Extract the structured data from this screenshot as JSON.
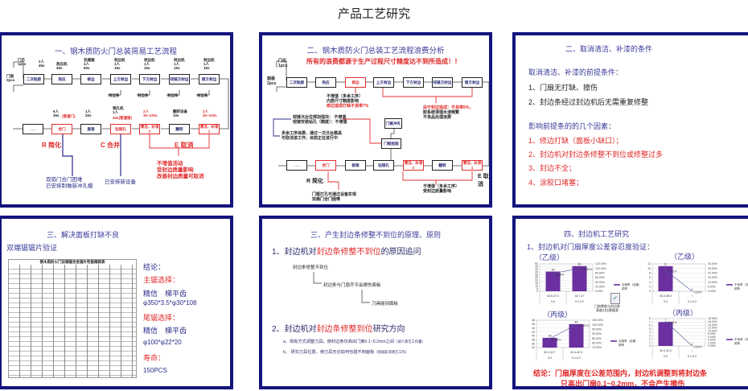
{
  "doc_title": "产品工艺研究",
  "s1": {
    "title": "一、钢木质防火门总装简易工艺流程",
    "in1": "门芯\n1pcs",
    "in2": "门面\n2pcs",
    "row1": [
      {
        "label": "二次粘胶",
        "note": "2人\n45s"
      },
      {
        "label": "热压",
        "note": "热压机\n45s"
      },
      {
        "label": "修边",
        "note": "双端锯\n4人\n60s"
      },
      {
        "label": "上方封边",
        "note": "封边机\n1人\n15s"
      },
      {
        "label": "下方封边",
        "note": "封边机\n1人\n15s"
      },
      {
        "label": "铰链方封边",
        "note": "封边机\n1人\n15s"
      },
      {
        "label": "锁方封边",
        "note": "封边机\n1人\n15s"
      }
    ],
    "strip": "封边条",
    "row2": [
      {
        "label": "......"
      },
      {
        "label": "合门",
        "note": "6人\n35s",
        "note_red": "(普通门)"
      },
      {
        "label": "盖锁",
        "note": "1人\n20s"
      },
      {
        "label": "钻锁孔",
        "note": "锁孔机\n1人",
        "note_red": "40s(普通锁)"
      },
      {
        "label": "清洁、补漆2",
        "note_red": "2人\n30~120s"
      },
      {
        "label": "翻转",
        "note": "翻转设备\n10s"
      },
      {
        "label": "清洁、补漆1",
        "note_red": "2人\n30~120s"
      }
    ],
    "r": "R 简化",
    "c": "C 合并",
    "e": "E 取消",
    "e_notes": "不增值活动\n受封边质量影响\n改善封边质量可取消",
    "r_notes": "双扇门合门困难\n已安排制做新冲孔模",
    "c_notes": "已安排新设备"
  },
  "s2": {
    "title": "二、钢木质防火门总装工艺流程浪费分析",
    "headline": "所有的浪费都源于生产过程尺寸精度达不到所造成！！",
    "in1": "门芯\n1pcs",
    "in2": "面板\n2pcs",
    "row1": [
      "二次粘胶",
      "热压",
      "修边",
      "上方封边",
      "下方封边",
      "铰链方封边",
      "锁方封边"
    ],
    "row2": [
      "......",
      "合门",
      "装锁",
      "钻锁孔",
      "清洁、补漆2",
      "翻转",
      "清洁、补漆1"
    ],
    "frame_punch": "门框冲孔",
    "frame_assembly": "门框组装",
    "trim_note": "不增值（多余工序）\n内筋尺寸精度影响",
    "trim_note2": "修边造成打缺不良率7%",
    "seal_note1": "由于封边造成：不良率5%，",
    "seal_note2": "胶系统清理木渣频繁\n不良品处理浪费",
    "hinge_note": "铰链沉台位焊加强块：   不增值\n铰链安装钻孔（精度）：不增值",
    "extra_note": "多余工序浪费，通过一次沉台模具\n可取消该工作，目前正在进行中",
    "r": "R 简化",
    "e": "E 取消",
    "clean_note": "不增值（多余工序）\n受封边质量影响",
    "r_note": "门框打孔可通过设备实现\n双扇门合门困难"
  },
  "s3": {
    "title": "二、取消清洁、补漆的条件",
    "heading1": "取消清洁、补漆的前提条件：",
    "items1": [
      "1、门扇无打缺、擦伤",
      "2、封边条经过封边机后无需重复修整"
    ],
    "heading2": "影响前提条的的几个因素：",
    "items2": [
      "1、修边打缺（面板小缺口）；",
      "2、封边机对封边条修整不到位或修整过多",
      "3、封边不全；",
      "4、涂胶口堵塞；"
    ]
  },
  "s4": {
    "title": "三、解决面板打缺不良",
    "subtitle": "双端锯锯片验证",
    "table_title": "钢木质防火门双端锯合金锯片性能跟踪表",
    "lines": [
      "结论：",
      "主锯选择：",
      "精信　梯平齿",
      "φ350*3.5*φ30*108",
      "尾锯选择：",
      "精信　梯平齿",
      "φ100*φ22*20",
      "寿命：",
      "150PCS"
    ]
  },
  "s5": {
    "title": "三、产生封边条修整不到位的原理、原则",
    "h1": [
      "1、封边机对",
      "封边条修整不到位",
      "的原因追问"
    ],
    "tree": [
      "封边条修整不到位",
      "封边条与门扇齐平会擦伤面板",
      "刀具碰到面板"
    ],
    "h2": [
      "2、封边机对",
      "封边条修整到位",
      "研究方向"
    ],
    "a": "a、现有方式调整刀具，使封边条仅高出门扇0.1~0.2mm之间",
    "a_note": "（减少清洁工作量）",
    "b": "b、 研究刀具位置，使刀具无论如何也碰不到面板",
    "b_note": "（彻底取消清洁工作）"
  },
  "s6": {
    "title": "四、封边机工艺研究",
    "subtitle": "1、封边机对门扇厚度公差容忍度验证：",
    "file_caption": "门扇厚度与封边条\n高度对比数据表",
    "conclusion": [
      "结论：门扇厚度在公差范围内，封边机调整到将封边条",
      "只高出门扇0.1~0.2mm，不会产生擦伤"
    ]
  },
  "chart_data": [
    {
      "type": "bar",
      "title": "（乙级）",
      "categories": [
        "44.8-47.3",
        "44.7-47"
      ],
      "groups": [
        "0.0",
        "0.1-0.2"
      ],
      "values": [
        36,
        46
      ],
      "line": [
        78.26,
        100.0
      ],
      "line_labels": [
        "78.26%",
        "100.00%"
      ],
      "ylim": [
        0,
        50
      ],
      "yticks": [
        0,
        5,
        10,
        15,
        20,
        25,
        30,
        35,
        40,
        45,
        50
      ],
      "y2lim": [
        0,
        120
      ],
      "y2ticks": [
        "0.00%",
        "20.00%",
        "40.00%",
        "60.00%",
        "80.00%",
        "100.00%",
        "120.00%"
      ],
      "legend": [
        "合格率（全集）",
        "频率"
      ],
      "color": "#6b2fa0"
    },
    {
      "type": "bar",
      "title": "（乙级）",
      "categories": [
        "45.0-48.0",
        "/"
      ],
      "groups": [
        "0.0",
        "0.1-0.2"
      ],
      "values": [
        11,
        0
      ],
      "line": [
        22.91,
        0
      ],
      "line_labels": [
        "22.91%",
        "0.00%"
      ],
      "ylim": [
        0,
        12
      ],
      "yticks": [
        0,
        2,
        4,
        6,
        8,
        10,
        12
      ],
      "y2lim": [
        0,
        30
      ],
      "y2ticks": [
        "0.00%",
        "5.00%",
        "10.00%",
        "15.00%",
        "20.00%",
        "25.00%",
        "30.00%"
      ],
      "legend": [
        "不良率（次合格）",
        "频率"
      ],
      "color": "#6b2fa0"
    },
    {
      "type": "bar",
      "title": "（丙级）",
      "categories": [
        "40.0-42.7",
        "40.4-42.3"
      ],
      "groups": [
        "0.0",
        "0.1-0.2"
      ],
      "values": [
        39,
        46
      ],
      "line": [
        84.78,
        100.0
      ],
      "line_labels": [
        "84.78%",
        "100.00%"
      ],
      "ylim": [
        34,
        48
      ],
      "yticks": [
        34,
        36,
        38,
        40,
        42,
        44,
        46,
        48
      ],
      "y2lim": [
        75,
        105
      ],
      "y2ticks": [
        "75.00%",
        "80.00%",
        "85.00%",
        "90.00%",
        "95.00%",
        "100.00%",
        "105.00%"
      ],
      "legend": [
        "合格率（全集）",
        "频率"
      ],
      "color": "#6b2fa0"
    },
    {
      "type": "bar",
      "title": "（丙级）",
      "categories": [
        "40.0-42.3",
        "/"
      ],
      "groups": [
        "0.0",
        "0.1-0.2"
      ],
      "values": [
        7,
        0
      ],
      "line": [
        16.22,
        0
      ],
      "line_labels": [
        "16.22%",
        "0.00%"
      ],
      "ylim": [
        0,
        8
      ],
      "yticks": [
        0,
        1,
        2,
        3,
        4,
        5,
        6,
        7,
        8
      ],
      "y2lim": [
        0,
        18
      ],
      "y2ticks": [
        "0.00%",
        "2.00%",
        "4.00%",
        "6.00%",
        "8.00%",
        "10.00%",
        "12.00%",
        "14.00%",
        "16.00%",
        "18.00%"
      ],
      "legend": [
        "不良率（次合格）",
        "频率"
      ],
      "color": "#6b2fa0"
    }
  ]
}
